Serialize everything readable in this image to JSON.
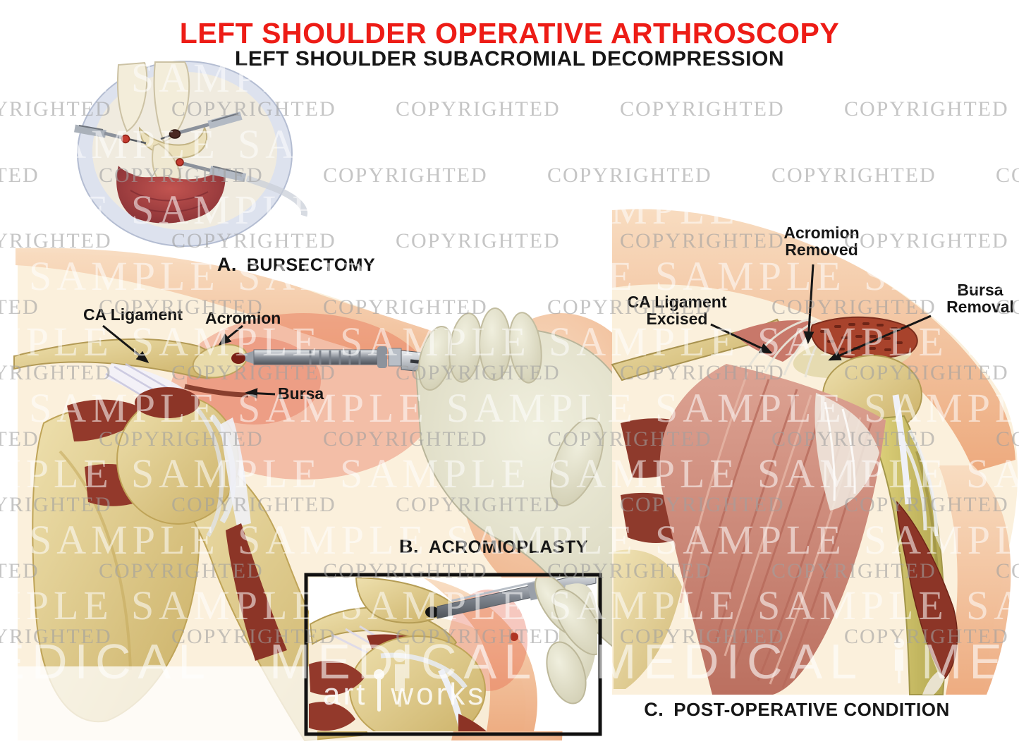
{
  "title": {
    "line1": "LEFT SHOULDER OPERATIVE ARTHROSCOPY",
    "line2": "LEFT SHOULDER SUBACROMIAL DECOMPRESSION"
  },
  "panels": {
    "a": {
      "letter": "A.",
      "title": "BURSECTOMY",
      "labels": {
        "ca_ligament": "CA Ligament",
        "acromion": "Acromion",
        "bursa": "Bursa"
      }
    },
    "b": {
      "letter": "B.",
      "title": "ACROMIOPLASTY"
    },
    "c": {
      "letter": "C.",
      "title": "POST-OPERATIVE CONDITION",
      "labels": {
        "acromion_removed": [
          "Acromion",
          "Removed"
        ],
        "bursa_removal": [
          "Bursa",
          "Removal"
        ],
        "ca_ligament_excised": [
          "CA Ligament",
          "Excised"
        ]
      }
    }
  },
  "watermarks": {
    "copyrighted": "COPYRIGHTED",
    "sample": "SAMPLE",
    "medical": "MEDICAL",
    "art": "art",
    "works": "works"
  },
  "icons": {
    "staff_icon": "vertical medical staff between 'art' and 'works'",
    "person_icon": "small white human figure watermark"
  },
  "colors": {
    "title_red": "#ed1c16",
    "text_black": "#161616",
    "watermark_gray": "#a0a0a0",
    "watermark_white": "#ffffff",
    "skin": "#f2bb92",
    "bone": "#dfca87",
    "muscle_dark": "#8e392b",
    "deltoid_pink": "#cd8b7c",
    "instrument_metal": "#9aa0a8",
    "glove": "#e8e5d2"
  }
}
